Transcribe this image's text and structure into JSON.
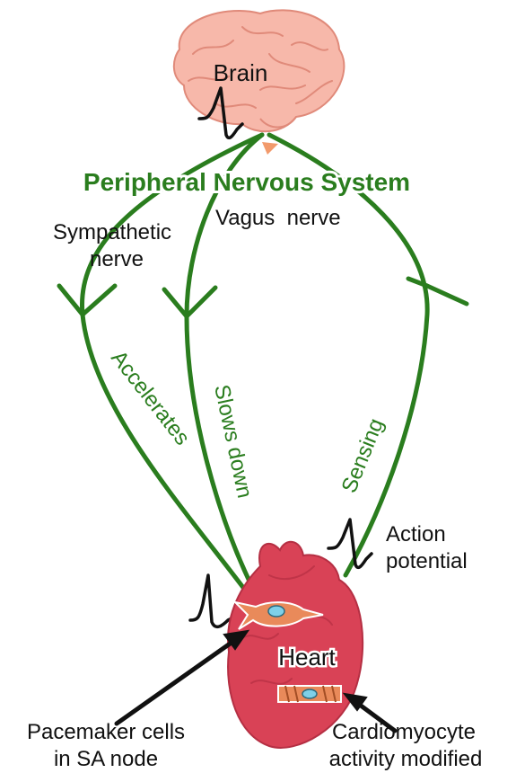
{
  "title": "Peripheral Nervous System",
  "labels": {
    "brain": "Brain",
    "sympathetic_line1": "Sympathetic",
    "sympathetic_line2": "nerve",
    "vagus": "Vagus  nerve",
    "accelerates": "Accelerates",
    "slows_down": "Slows down",
    "sensing": "Sensing",
    "action_potential_line1": "Action",
    "action_potential_line2": "potential",
    "heart": "Heart",
    "pacemaker_line1": "Pacemaker cells",
    "pacemaker_line2": "in SA node",
    "cardiomyocyte_line1": "Cardiomyocyte",
    "cardiomyocyte_line2": "activity modified"
  },
  "colors": {
    "nerve": "#2a7d1e",
    "brain": "#f7b8aa",
    "brain_stroke": "#e08a7a",
    "heart": "#d94256",
    "heart_dark": "#b52f43",
    "cell": "#e98a5a",
    "nucleus": "#7fd0e8",
    "text": "#111111"
  },
  "icons": {
    "brain": "brain-icon",
    "heart": "heart-icon",
    "pacemaker_cell": "pacemaker-cell-icon",
    "cardiomyocyte": "cardiomyocyte-icon",
    "action_potential": "action-potential-icon"
  }
}
